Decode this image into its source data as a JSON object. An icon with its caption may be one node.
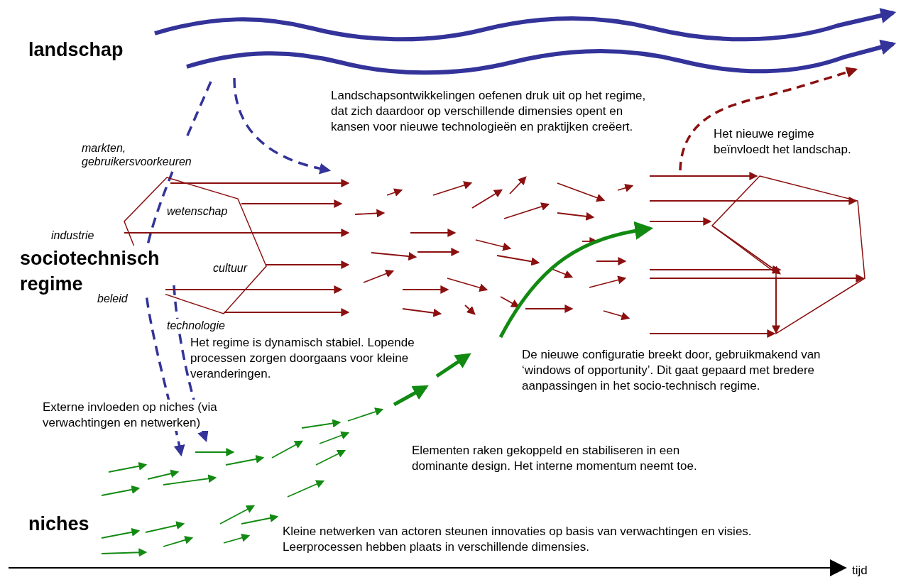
{
  "diagram": {
    "labels": [
      "landschap",
      "Landschapsontwikkelingen oefenen druk uit op het regime, dat zich daardoor op verschillende dimensies opent en kansen voor nieuwe technologieën en praktijken creëert.",
      "Het nieuwe regime beïnvloedt het landschap.",
      "markten, gebruikersvoorkeuren",
      "wetenschap",
      "industrie",
      "sociotechnisch regime",
      "cultuur",
      "beleid",
      "technologie",
      "Het regime is dynamisch stabiel. Lopende processen zorgen doorgaans voor kleine veranderingen.",
      "De nieuwe configuratie breekt door, gebruikmakend van ‘windows of opportunity’. Dit gaat gepaard met bredere aanpassingen in het socio-technisch regime.",
      "Externe invloeden op niches (via verwachtingen en netwerken)",
      "Elementen raken gekoppeld en stabiliseren in een dominante design. Het interne momentum neemt toe.",
      "niches",
      "Kleine netwerken van actoren steunen innovaties op basis van verwachtingen en visies. Leerprocessen hebben plaats in verschillende dimensies.",
      "tijd"
    ]
  }
}
